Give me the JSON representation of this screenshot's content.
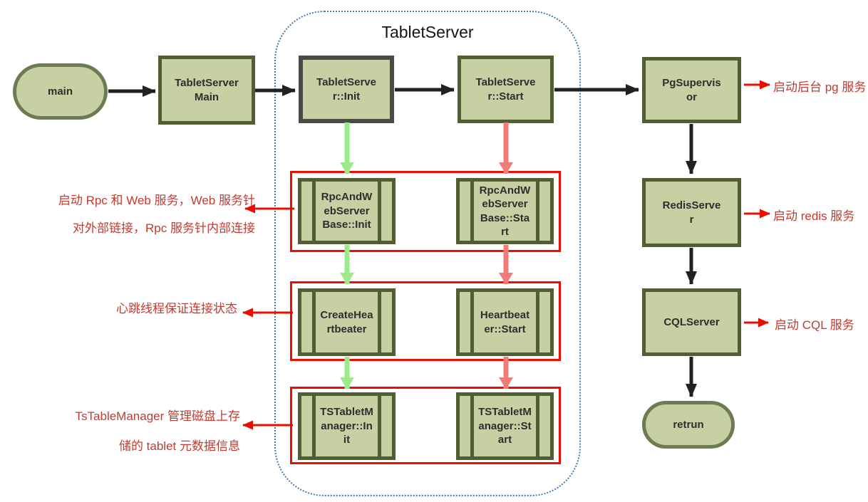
{
  "diagram": {
    "group_title": "TabletServer",
    "nodes": {
      "main": {
        "label": "main",
        "shape": "terminator"
      },
      "ts_main": {
        "label": "TabletServerMain",
        "shape": "process"
      },
      "ts_init": {
        "label": "TabletServer::Init",
        "shape": "process"
      },
      "ts_start": {
        "label": "TabletServer::Start",
        "shape": "process"
      },
      "rpc_init": {
        "label": "RpcAndWebServerBase::Init",
        "shape": "subroutine"
      },
      "rpc_start": {
        "label": "RpcAndWebServerBase::Start",
        "shape": "subroutine"
      },
      "create_heartbeater": {
        "label": "CreateHeartbeater",
        "shape": "subroutine"
      },
      "heartbeater_start": {
        "label": "Heartbeater::Start",
        "shape": "subroutine"
      },
      "tablet_manager_init": {
        "label": "TSTabletManager::Init",
        "shape": "subroutine"
      },
      "tablet_manager_start": {
        "label": "TSTabletManager::Start",
        "shape": "subroutine"
      },
      "pg_supervisor": {
        "label": "PgSupervisor",
        "shape": "process"
      },
      "redis_server": {
        "label": "RedisServer",
        "shape": "process"
      },
      "cql_server": {
        "label": "CQLServer",
        "shape": "process"
      },
      "retrun": {
        "label": "retrun",
        "shape": "terminator"
      }
    },
    "edges": [
      {
        "from": "main",
        "to": "ts_main",
        "color": "black"
      },
      {
        "from": "ts_main",
        "to": "ts_init",
        "color": "black"
      },
      {
        "from": "ts_init",
        "to": "ts_start",
        "color": "black"
      },
      {
        "from": "ts_start",
        "to": "pg_supervisor",
        "color": "black"
      },
      {
        "from": "pg_supervisor",
        "to": "redis_server",
        "color": "black"
      },
      {
        "from": "redis_server",
        "to": "cql_server",
        "color": "black"
      },
      {
        "from": "cql_server",
        "to": "retrun",
        "color": "black"
      },
      {
        "from": "ts_init",
        "to": "rpc_init",
        "color": "green"
      },
      {
        "from": "rpc_init",
        "to": "create_heartbeater",
        "color": "green"
      },
      {
        "from": "create_heartbeater",
        "to": "tablet_manager_init",
        "color": "green"
      },
      {
        "from": "ts_start",
        "to": "rpc_start",
        "color": "pink"
      },
      {
        "from": "rpc_start",
        "to": "heartbeater_start",
        "color": "pink"
      },
      {
        "from": "heartbeater_start",
        "to": "tablet_manager_start",
        "color": "pink"
      }
    ],
    "annotations": {
      "left": [
        {
          "lines": [
            "启动 Rpc 和 Web 服务，Web 服务针",
            "对外部链接，Rpc 服务针内部连接"
          ]
        },
        {
          "lines": [
            "心跳线程保证连接状态"
          ]
        },
        {
          "lines": [
            "TsTableManager 管理磁盘上存",
            "储的 tablet 元数据信息"
          ]
        }
      ],
      "right": [
        {
          "text": "启动后台 pg 服务"
        },
        {
          "text": "启动 redis 服务"
        },
        {
          "text": "启动 CQL 服务"
        }
      ]
    },
    "colors": {
      "node_fill": "#c6d0a2",
      "node_border": "#515d33",
      "init_node_border": "#494b48",
      "group_border": "#4679ad",
      "highlight_red": "#ec0c00",
      "annotation_text": "#c23b31",
      "green_arrow": "#9ceb8b",
      "pink_arrow": "#f07d75",
      "black_arrow": "#212121"
    }
  }
}
